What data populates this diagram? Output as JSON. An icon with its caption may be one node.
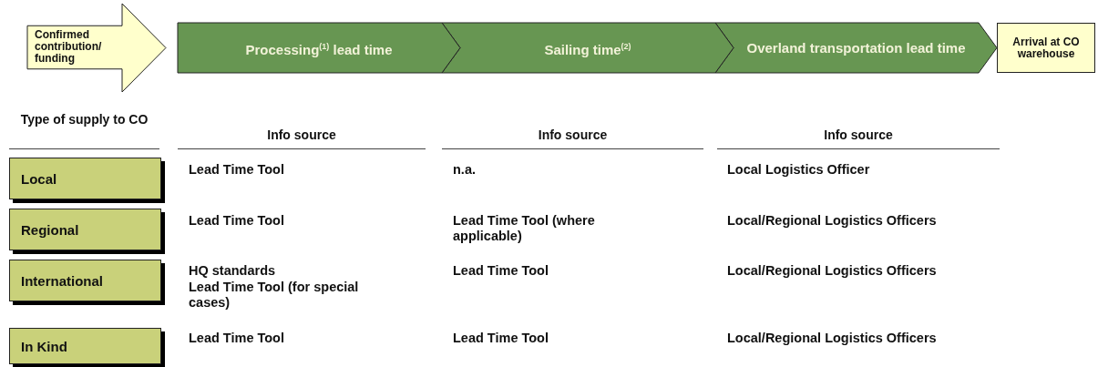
{
  "diagram": {
    "nodes": [
      {
        "text": [
          "Confirmed contribution/ funding"
        ]
      },
      {
        "text": [
          "Processing$^{(1)}$ lead time"
        ]
      },
      {
        "text": [
          "Sailing time$^{(2)}$"
        ]
      },
      {
        "text": [
          "Overland transportation lead time"
        ]
      },
      {
        "text": [
          "Arrival at CO warehouse"
        ]
      },
      {
        "text": [
          "Local"
        ]
      },
      {
        "text": [
          "Regional"
        ]
      },
      {
        "text": [
          "International"
        ]
      },
      {
        "text": [
          "In Kind"
        ]
      }
    ],
    "labels": [
      "Type of supply to CO",
      "Info source",
      "Info source",
      "Info source",
      "Lead Time Tool",
      "n.a.",
      "Local Logistics Officer",
      "Lead Time Tool",
      "Lead Time Tool (where applicable)",
      "Local/Regional Logistics Officers",
      "HQ standards",
      "Lead Time Tool (for special cases)",
      "Lead Time Tool",
      "Local/Regional Logistics Officers",
      "Lead Time Tool",
      "Lead Time Tool",
      "Local/Regional Logistics Officers"
    ]
  }
}
